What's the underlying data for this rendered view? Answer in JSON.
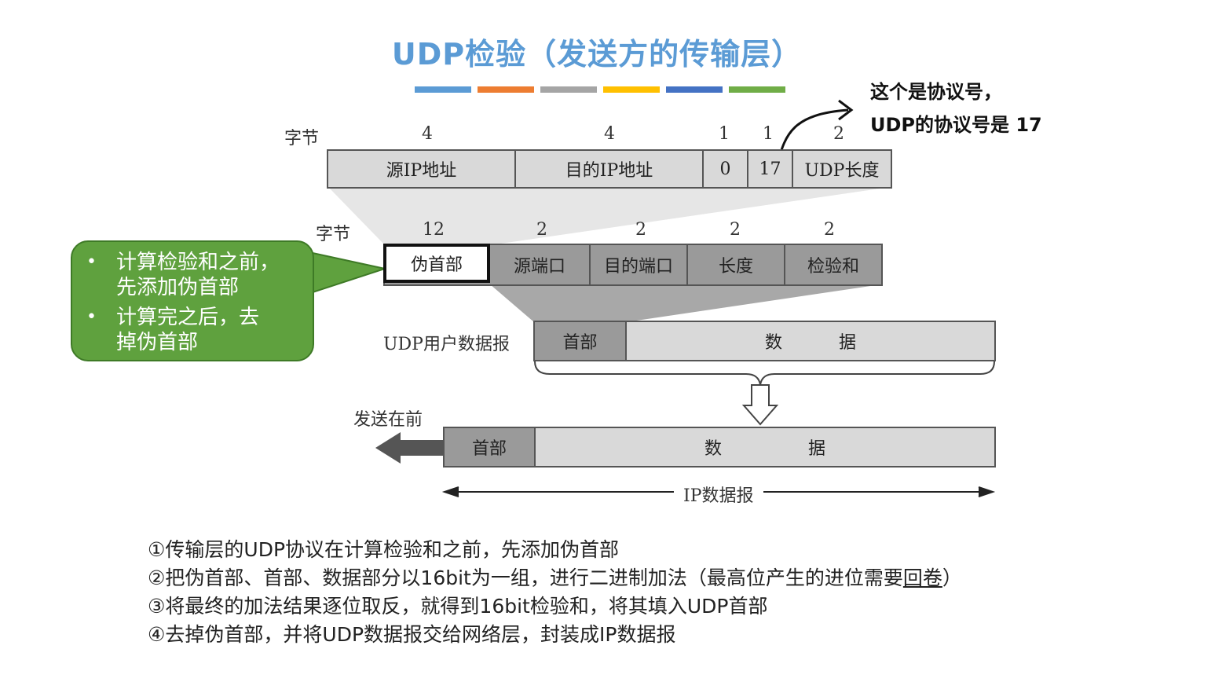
{
  "title": "UDP检验（发送方的传输层）",
  "stripes": [
    "#5b9bd5",
    "#ed7d31",
    "#a5a5a5",
    "#ffc000",
    "#4472c4",
    "#70ad47"
  ],
  "annotation": {
    "line1": "这个是协议号，",
    "line2": "UDP的协议号是 17"
  },
  "pseudo_header": {
    "bytes_label": "字节",
    "byte_counts": [
      "4",
      "4",
      "1",
      "1",
      "2"
    ],
    "fields": [
      "源IP地址",
      "目的IP地址",
      "0",
      "17",
      "UDP长度"
    ]
  },
  "udp_header": {
    "bytes_label": "字节",
    "byte_counts": [
      "12",
      "2",
      "2",
      "2",
      "2"
    ],
    "fields": [
      "伪首部",
      "源端口",
      "目的端口",
      "长度",
      "检验和"
    ]
  },
  "callout": {
    "item1_line1": "计算检验和之前，",
    "item1_line2": "先添加伪首部",
    "item2_line1": "计算完之后，去",
    "item2_line2": "掉伪首部",
    "bullet": "•",
    "color": "#5fa13e"
  },
  "udp_datagram": {
    "label": "UDP用户数据报",
    "header": "首部",
    "data_1": "数",
    "data_2": "据"
  },
  "ip_datagram": {
    "send_first": "发送在前",
    "header": "首部",
    "data_1": "数",
    "data_2": "据",
    "label": "IP数据报"
  },
  "notes": {
    "n1": "①传输层的UDP协议在计算检验和之前，先添加伪首部",
    "n2_pre": "②把伪首部、首部、数据部分以16bit为一组，进行二进制加法（最高位产生的进位需要",
    "n2_u": "回卷",
    "n2_post": "）",
    "n3": "③将最终的加法结果逐位取反，就得到16bit检验和，将其填入UDP首部",
    "n4": "④去掉伪首部，并将UDP数据报交给网络层，封装成IP数据报"
  }
}
